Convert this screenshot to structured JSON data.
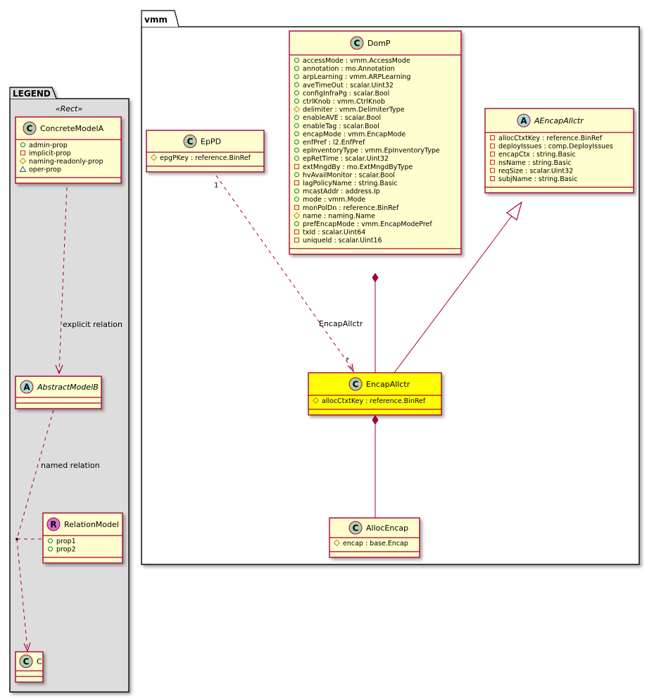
{
  "colors": {
    "class_fill": "#FEFECE",
    "highlight_fill": "#FFFF00",
    "border": "#A80036",
    "legend_bg": "#DDDDDD",
    "circle_C": "#ADD1B2",
    "circle_A": "#A9DCDF",
    "circle_R": "#DA70D6",
    "admin": "#038048",
    "implicit": "#C82930",
    "naming": "#B38D22",
    "oper": "#1963A0"
  },
  "legend": {
    "package_name": "LEGEND",
    "stereotype": "«Rect»",
    "concrete": {
      "name": "ConcreteModelA",
      "kind": "C",
      "attrs": [
        {
          "vis": "admin",
          "text": "admin-prop"
        },
        {
          "vis": "implicit",
          "text": "implicit-prop"
        },
        {
          "vis": "naming",
          "text": "naming-readonly-prop"
        },
        {
          "vis": "oper",
          "text": "oper-prop"
        }
      ]
    },
    "abstract": {
      "name": "AbstractModelB",
      "kind": "A"
    },
    "relation_model": {
      "name": "RelationModel",
      "kind": "R",
      "attrs": [
        {
          "vis": "admin",
          "text": "prop1"
        },
        {
          "vis": "admin",
          "text": "prop2"
        }
      ]
    },
    "c": {
      "name": "C",
      "kind": "C"
    },
    "explicit_label": "explicit relation",
    "named_label": "named relation"
  },
  "vmm": {
    "package_name": "vmm",
    "classes": {
      "DomP": {
        "name": "DomP",
        "kind": "C",
        "attrs": [
          {
            "vis": "admin",
            "text": "accessMode : vmm.AccessMode"
          },
          {
            "vis": "admin",
            "text": "annotation : mo.Annotation"
          },
          {
            "vis": "admin",
            "text": "arpLearning : vmm.ARPLearning"
          },
          {
            "vis": "admin",
            "text": "aveTimeOut : scalar.Uint32"
          },
          {
            "vis": "admin",
            "text": "configInfraPg : scalar.Bool"
          },
          {
            "vis": "admin",
            "text": "ctrlKnob : vmm.CtrlKnob"
          },
          {
            "vis": "naming",
            "text": "delimiter : vmm.DelimiterType"
          },
          {
            "vis": "admin",
            "text": "enableAVE : scalar.Bool"
          },
          {
            "vis": "admin",
            "text": "enableTag : scalar.Bool"
          },
          {
            "vis": "admin",
            "text": "encapMode : vmm.EncapMode"
          },
          {
            "vis": "admin",
            "text": "enfPref : l2.EnfPref"
          },
          {
            "vis": "admin",
            "text": "epInventoryType : vmm.EpInventoryType"
          },
          {
            "vis": "admin",
            "text": "epRetTime : scalar.Uint32"
          },
          {
            "vis": "implicit",
            "text": "extMngdBy : mo.ExtMngdByType"
          },
          {
            "vis": "admin",
            "text": "hvAvailMonitor : scalar.Bool"
          },
          {
            "vis": "implicit",
            "text": "lagPolicyName : string.Basic"
          },
          {
            "vis": "admin",
            "text": "mcastAddr : address.Ip"
          },
          {
            "vis": "admin",
            "text": "mode : vmm.Mode"
          },
          {
            "vis": "implicit",
            "text": "monPolDn : reference.BinRef"
          },
          {
            "vis": "naming",
            "text": "name : naming.Name"
          },
          {
            "vis": "admin",
            "text": "prefEncapMode : vmm.EncapModePref"
          },
          {
            "vis": "implicit",
            "text": "txId : scalar.Uint64"
          },
          {
            "vis": "implicit",
            "text": "uniqueId : scalar.Uint16"
          }
        ]
      },
      "EpPD": {
        "name": "EpPD",
        "kind": "C",
        "attrs": [
          {
            "vis": "naming",
            "text": "epgPKey : reference.BinRef"
          }
        ]
      },
      "AEncapAllctr": {
        "name": "AEncapAllctr",
        "kind": "A",
        "attrs": [
          {
            "vis": "implicit",
            "text": "allocCtxtKey : reference.BinRef"
          },
          {
            "vis": "implicit",
            "text": "deployIssues : comp.DeployIssues"
          },
          {
            "vis": "implicit",
            "text": "encapCtx : string.Basic"
          },
          {
            "vis": "implicit",
            "text": "nsName : string.Basic"
          },
          {
            "vis": "implicit",
            "text": "reqSize : scalar.Uint32"
          },
          {
            "vis": "implicit",
            "text": "subjName : string.Basic"
          }
        ]
      },
      "EncapAllctr": {
        "name": "EncapAllctr",
        "kind": "C",
        "highlight": true,
        "attrs": [
          {
            "vis": "naming",
            "text": "allocCtxtKey : reference.BinRef"
          }
        ]
      },
      "AllocEncap": {
        "name": "AllocEncap",
        "kind": "C",
        "attrs": [
          {
            "vis": "naming",
            "text": "encap : base.Encap"
          }
        ]
      }
    },
    "edges": {
      "eppd_to_encap": {
        "label": "EncapAllctr",
        "source_mult": "1",
        "target_mult": "*"
      }
    }
  }
}
